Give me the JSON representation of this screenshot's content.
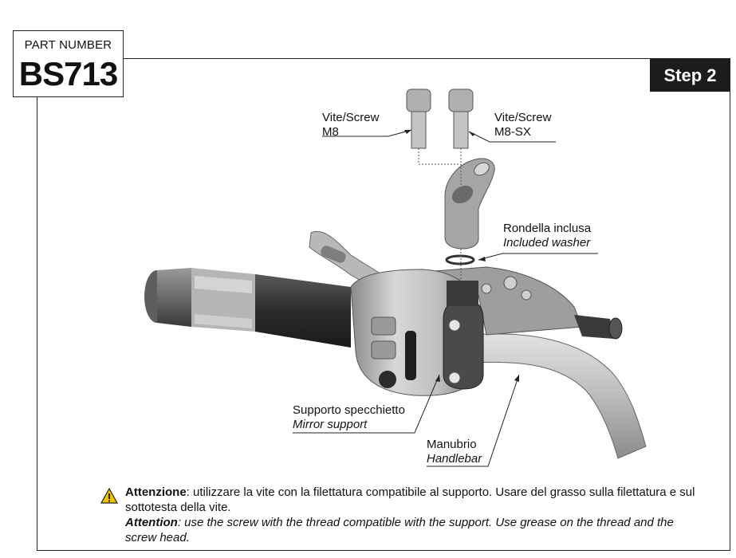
{
  "header": {
    "part_label": "PART NUMBER",
    "part_number": "BS713",
    "step": "Step 2"
  },
  "callouts": {
    "screw_left": {
      "line1": "Vite/Screw",
      "line2": "M8"
    },
    "screw_right": {
      "line1": "Vite/Screw",
      "line2": "M8-SX"
    },
    "washer": {
      "line1": "Rondella inclusa",
      "line2": "Included washer"
    },
    "mirror_support": {
      "line1": "Supporto specchietto",
      "line2": "Mirror support"
    },
    "handlebar": {
      "line1": "Manubrio",
      "line2": "Handlebar"
    }
  },
  "warning": {
    "it_label": "Attenzione",
    "it_text": ": utilizzare la vite con la filettatura compatibile al supporto. Usare del grasso sulla filettatura e sul sottotesta della vite.",
    "en_label": "Attention",
    "en_text": ": use the screw with the thread compatible with the support. Use grease on the thread and the screw head."
  },
  "colors": {
    "badge_bg": "#1c1c1c",
    "warning_triangle": "#f2c200"
  }
}
